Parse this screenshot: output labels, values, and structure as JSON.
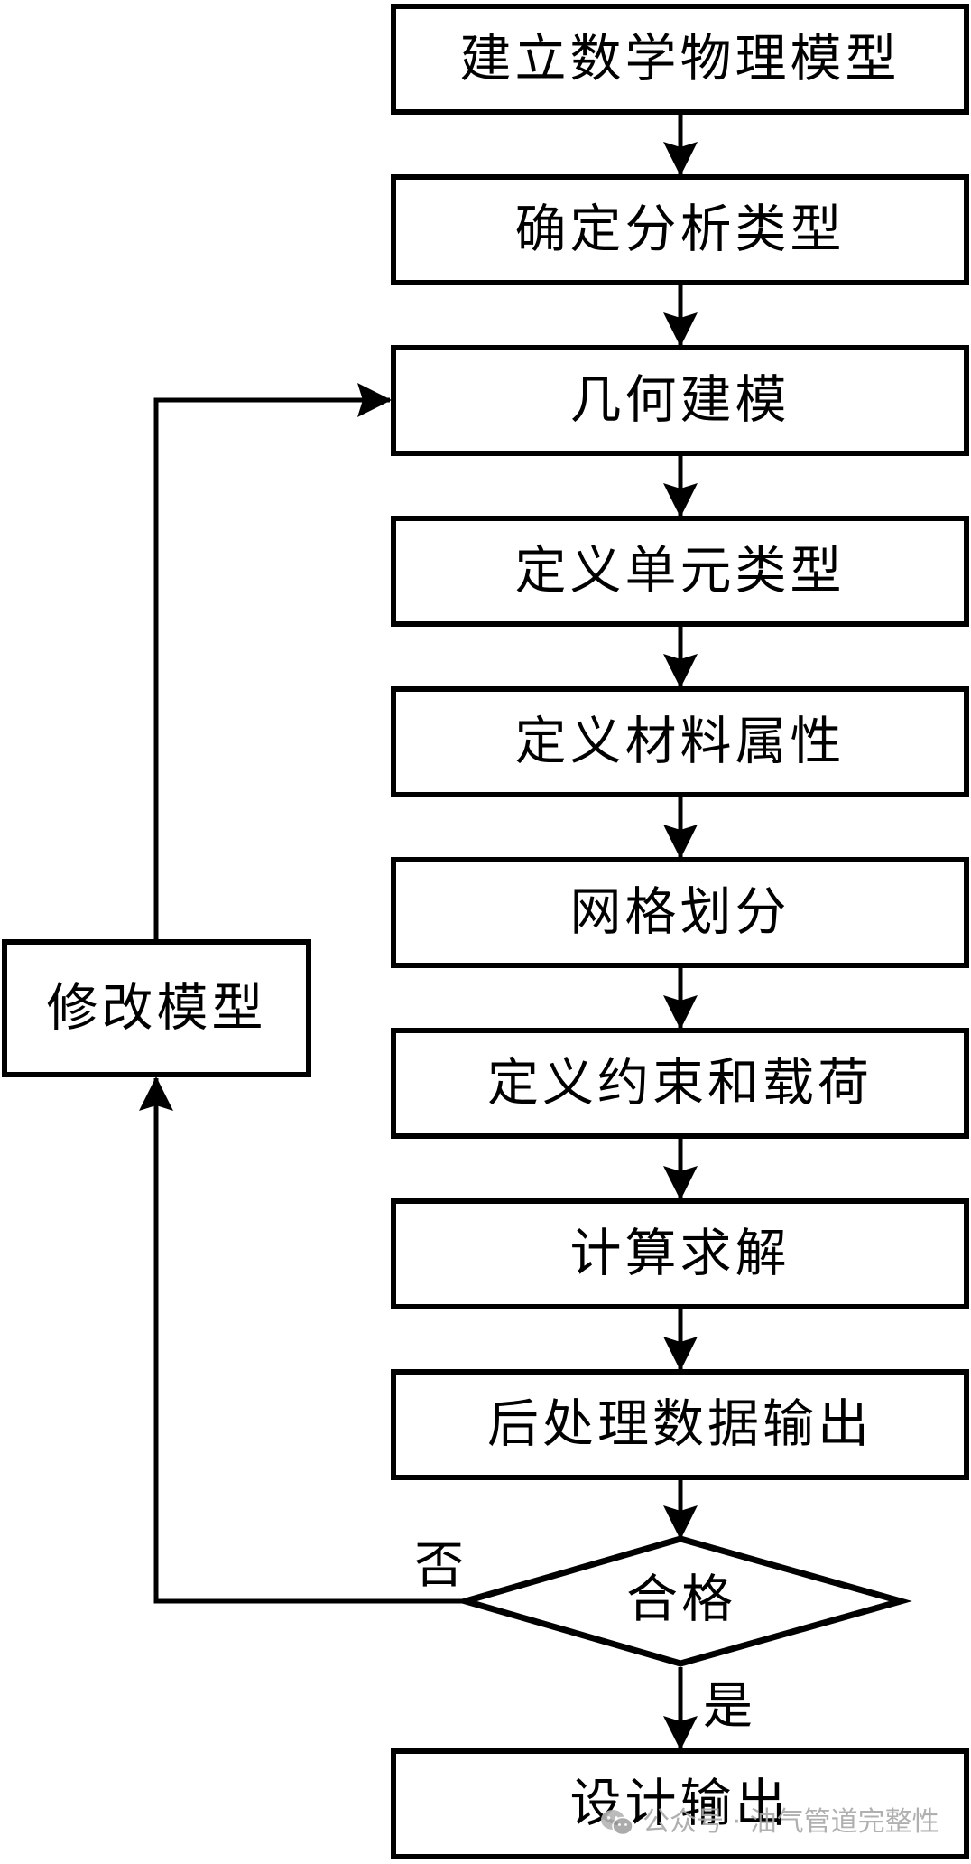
{
  "flowchart": {
    "steps": [
      {
        "id": "s1",
        "label": "建立数学物理模型"
      },
      {
        "id": "s2",
        "label": "确定分析类型"
      },
      {
        "id": "s3",
        "label": "几何建模"
      },
      {
        "id": "s4",
        "label": "定义单元类型"
      },
      {
        "id": "s5",
        "label": "定义材料属性"
      },
      {
        "id": "s6",
        "label": "网格划分"
      },
      {
        "id": "s7",
        "label": "定义约束和载荷"
      },
      {
        "id": "s8",
        "label": "计算求解"
      },
      {
        "id": "s9",
        "label": "后处理数据输出"
      }
    ],
    "decision": {
      "label": "合格"
    },
    "final_step": {
      "label": "设计输出"
    },
    "modify_step": {
      "label": "修改模型"
    },
    "edge_labels": {
      "no": "否",
      "yes": "是"
    },
    "edges": [
      {
        "from": "建立数学物理模型",
        "to": "确定分析类型"
      },
      {
        "from": "确定分析类型",
        "to": "几何建模"
      },
      {
        "from": "几何建模",
        "to": "定义单元类型"
      },
      {
        "from": "定义单元类型",
        "to": "定义材料属性"
      },
      {
        "from": "定义材料属性",
        "to": "网格划分"
      },
      {
        "from": "网格划分",
        "to": "定义约束和载荷"
      },
      {
        "from": "定义约束和载荷",
        "to": "计算求解"
      },
      {
        "from": "计算求解",
        "to": "后处理数据输出"
      },
      {
        "from": "后处理数据输出",
        "to": "合格"
      },
      {
        "from": "合格",
        "to": "设计输出",
        "label": "是"
      },
      {
        "from": "合格",
        "to": "修改模型",
        "label": "否"
      },
      {
        "from": "修改模型",
        "to": "几何建模"
      }
    ]
  },
  "watermark": {
    "icon": "wechat-icon",
    "text": "公众号 · 油气管道完整性",
    "color": "#a8a8a8"
  }
}
